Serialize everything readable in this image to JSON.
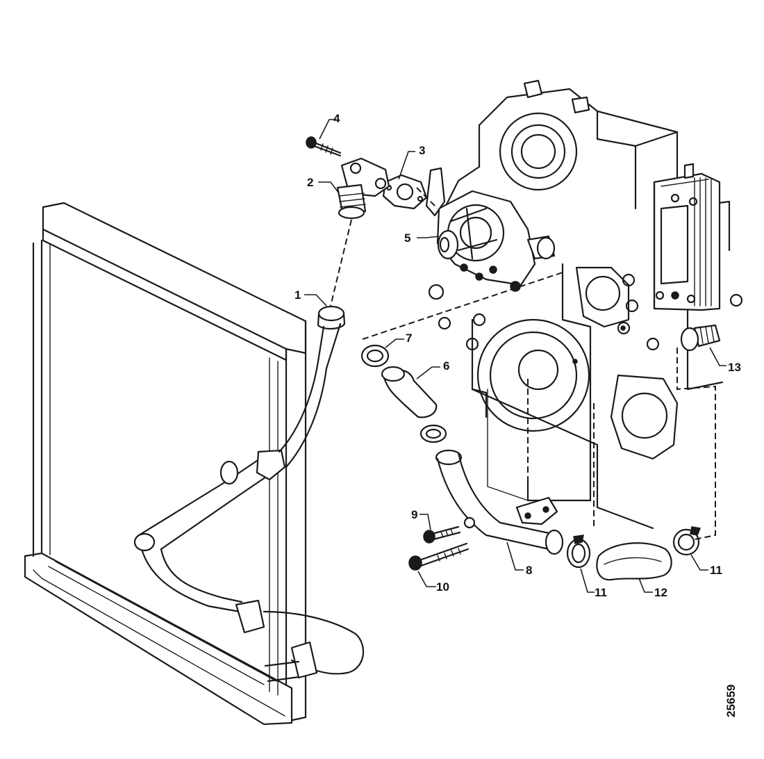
{
  "callouts": [
    {
      "id": "1",
      "text": "1"
    },
    {
      "id": "2",
      "text": "2"
    },
    {
      "id": "3",
      "text": "3"
    },
    {
      "id": "4",
      "text": "4"
    },
    {
      "id": "5",
      "text": "5"
    },
    {
      "id": "6",
      "text": "6"
    },
    {
      "id": "7",
      "text": "7"
    },
    {
      "id": "8",
      "text": "8"
    },
    {
      "id": "9",
      "text": "9"
    },
    {
      "id": "10",
      "text": "10"
    },
    {
      "id": "11a",
      "text": "11"
    },
    {
      "id": "11b",
      "text": "11"
    },
    {
      "id": "12",
      "text": "12"
    },
    {
      "id": "13",
      "text": "13"
    }
  ],
  "drawing_number": "25659"
}
